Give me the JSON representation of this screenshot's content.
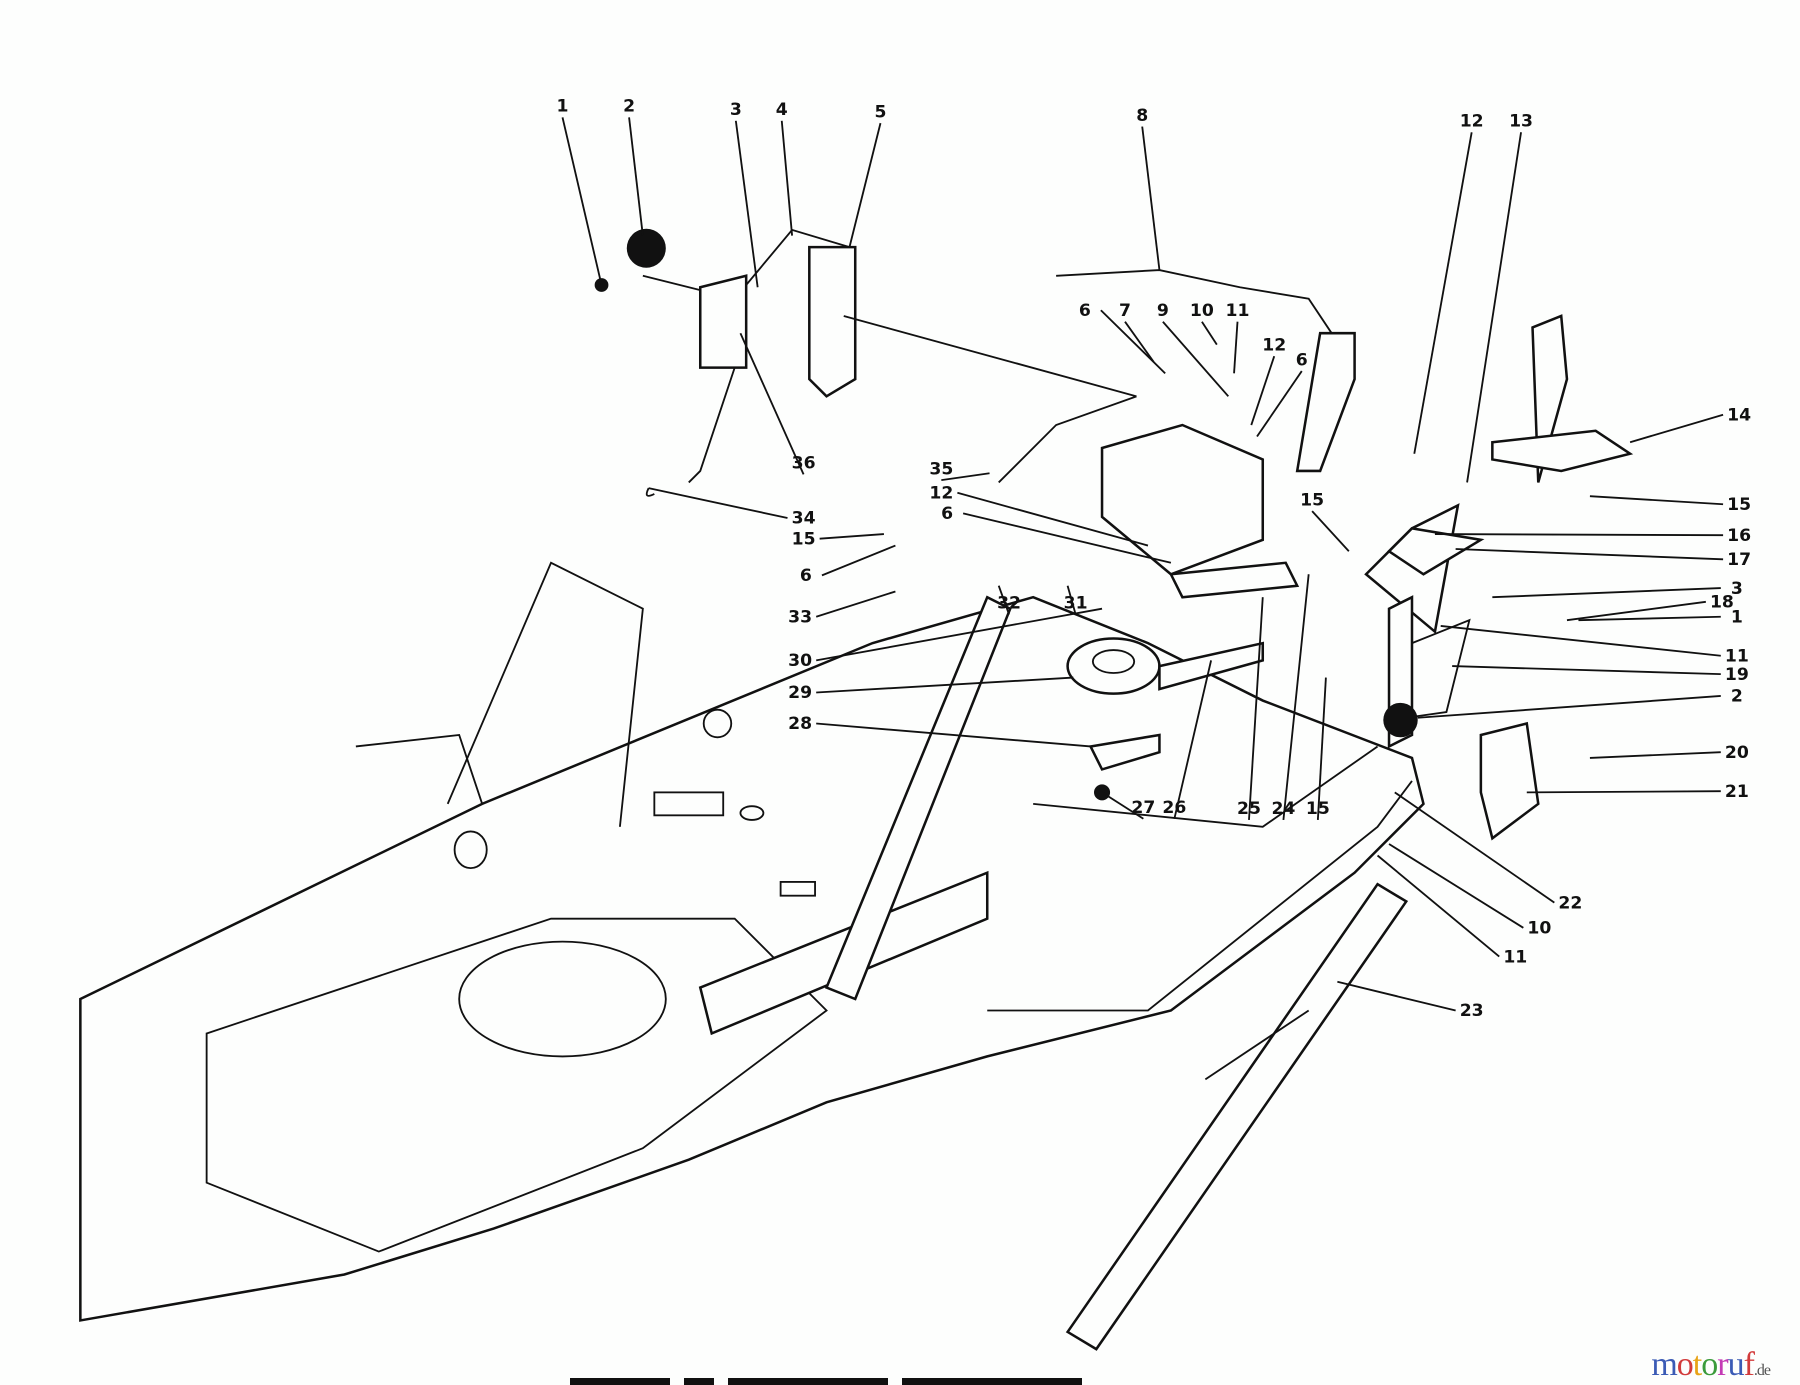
{
  "diagram": {
    "callouts": [
      "1",
      "2",
      "3",
      "4",
      "5",
      "8",
      "12",
      "13",
      "14",
      "15",
      "16",
      "17",
      "3",
      "18",
      "1",
      "11",
      "19",
      "2",
      "20",
      "21",
      "22",
      "10",
      "11",
      "23",
      "36",
      "34",
      "35",
      "12",
      "6",
      "15",
      "6",
      "33",
      "32",
      "31",
      "30",
      "29",
      "28",
      "27",
      "26",
      "25",
      "24",
      "15",
      "6",
      "7",
      "9",
      "10",
      "11",
      "12",
      "6",
      "15"
    ]
  },
  "watermark": {
    "brand": "motoruf",
    "tld": ".de",
    "colors": [
      "#3b5bb5",
      "#d23b3b",
      "#e8a317",
      "#3b9b3b",
      "#c43bb5"
    ]
  }
}
